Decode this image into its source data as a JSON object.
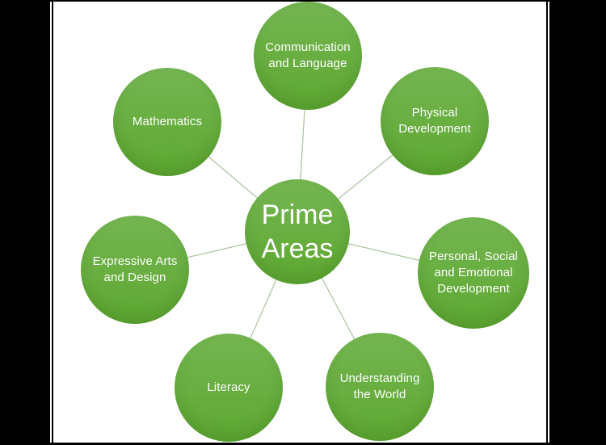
{
  "diagram": {
    "type": "radial-cycle",
    "hub": {
      "label": "Prime\nAreas"
    },
    "nodes": [
      {
        "id": "communication-and-language",
        "label": "Communication\nand Language"
      },
      {
        "id": "physical-development",
        "label": "Physical\nDevelopment"
      },
      {
        "id": "personal-social-and-emotional-development",
        "label": "Personal, Social\nand Emotional\nDevelopment"
      },
      {
        "id": "understanding-the-world",
        "label": "Understanding\nthe World"
      },
      {
        "id": "literacy",
        "label": "Literacy"
      },
      {
        "id": "expressive-arts-and-design",
        "label": "Expressive Arts\nand Design"
      },
      {
        "id": "mathematics",
        "label": "Mathematics"
      }
    ],
    "colors": {
      "node_fill_top": "#74b551",
      "node_fill_bottom": "#5da832",
      "connector_line": "#aac29e",
      "label_text": "#ffffff",
      "background": "#ffffff",
      "frame": "#000000"
    }
  }
}
